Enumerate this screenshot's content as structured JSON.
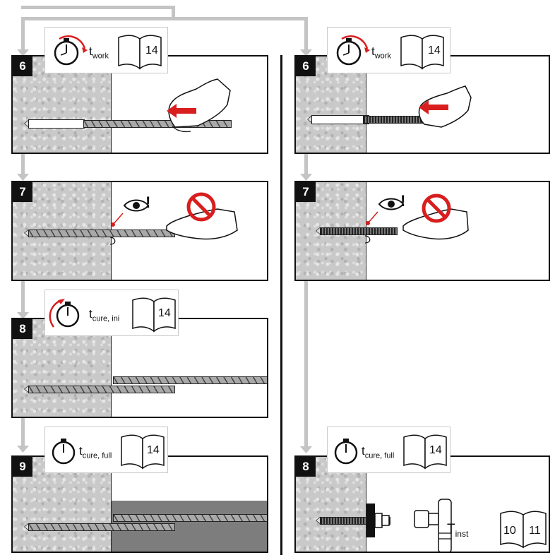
{
  "time_labels": {
    "work": {
      "t": "t",
      "sub": "work"
    },
    "cure_ini": {
      "t": "t",
      "sub": "cure, ini"
    },
    "cure_full": {
      "t": "t",
      "sub": "cure, full"
    },
    "inst": {
      "t": "T",
      "sub": "inst"
    }
  },
  "page_refs": {
    "work_page": "14",
    "cure_ini_page": "14",
    "cure_full_page": "14",
    "inst_pages": [
      "10",
      "11"
    ]
  },
  "left_column": {
    "steps": [
      {
        "number": "6",
        "timer": "work",
        "action": "insert rebar by hand"
      },
      {
        "number": "7",
        "timer": "none",
        "action": "check mortar at hole mouth"
      },
      {
        "number": "8",
        "timer": "cure_ini",
        "action": "splice to adjacent bar"
      },
      {
        "number": "9",
        "timer": "cure_full",
        "action": "pour concrete"
      }
    ]
  },
  "right_column": {
    "steps": [
      {
        "number": "6",
        "timer": "work",
        "action": "insert threaded rod by hand"
      },
      {
        "number": "7",
        "timer": "none",
        "action": "check mortar at hole mouth"
      },
      {
        "number": "8",
        "timer": "cure_full",
        "action": "tighten to installation torque"
      }
    ]
  },
  "symbols": {
    "warning_mark": "!"
  },
  "colors": {
    "accent_red": "#d81e1e",
    "connector_gray": "#c4c4c4",
    "panel_border": "#111111",
    "concrete": "#c9c9c9"
  },
  "icons": [
    "stopwatch-icon",
    "book-icon",
    "eye-icon",
    "no-touch-icon",
    "hand-icon",
    "arrow-left-icon",
    "torque-wrench-icon"
  ]
}
